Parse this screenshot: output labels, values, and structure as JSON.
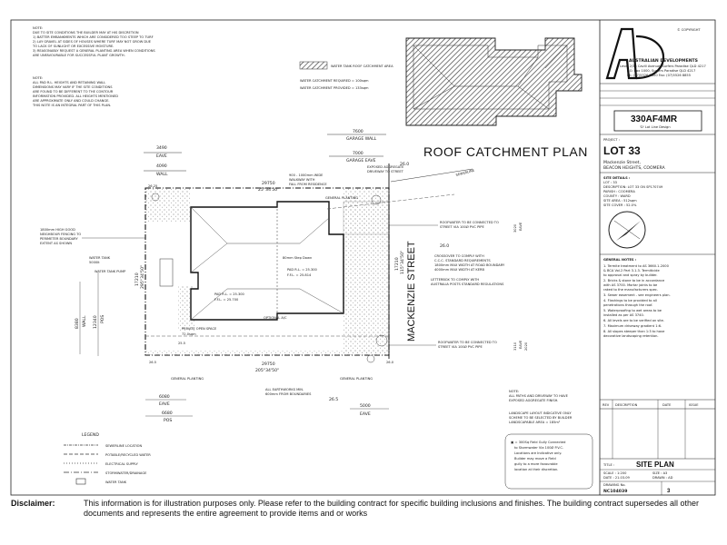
{
  "notes": {
    "block1": [
      "NOTE:",
      "DUE TO SITE CONDITIONS THE BUILDER MAY AT HIS DISCRETION",
      "1) BATTER EMBANKMENTS WHICH ARE CONSIDERED TOO STEEP TO TURF",
      "2) LAY GRAVEL AT SIDES OF HOUSES WHERE TURF MAY NOT GROW DUE",
      "   TO LACK OF SUNLIGHT OR EXCESSIVE MOISTURE.",
      "3) REASONABLY REQUEST A GENERAL PLANTING AREA WHEN CONDITIONS",
      "   ARE UNFAVOURABLE FOR SUCCESSFUL PLANT GROWTH."
    ],
    "block2": [
      "NOTE:",
      "ALL PAD R.L. HEIGHTS AND RETAINING WALL",
      "DIMENSIONS MAY VARY IF THE SITE CONDITIONS",
      "ARE FOUND TO BE DIFFERENT TO THE CONTOUR",
      "INFORMATION PROVIDED. ALL HEIGHTS MENTIONED",
      "ARE APPROXIMATE ONLY AND COULD CHANGE.",
      "THIS NOTE IS AN INTEGRAL PART OF THIS PLAN."
    ]
  },
  "catchment_legend": {
    "label": "WATER TANK ROOF CATCHMENT AREA",
    "required": "WATER CATCHMENT REQUIRED = 100sqm",
    "provided": "WATER CATCHMENT PROVIDED = 133sqm"
  },
  "roof_plan_title": "ROOF CATCHMENT PLAN",
  "site": {
    "dim_garage_wall": "7600",
    "label_garage_wall": "GARAGE WALL",
    "dim_garage_eave": "7000",
    "label_garage_eave": "GARAGE EAVE",
    "dim_3490": "3490",
    "label_eave_top": "EAVE",
    "dim_4090": "4090",
    "label_wall_top": "WALL",
    "top_boundary": "29750",
    "top_bearing": "25°34'50\"",
    "bottom_boundary": "29750",
    "bottom_bearing": "205°34'50\"",
    "left_boundary": "17210",
    "left_bearing": "295°34'50\"",
    "right_boundary": "17210",
    "right_bearing": "115°34'50\"",
    "rl_top_left": "26.25",
    "rl_top": "26.0",
    "rl_right": "26.0",
    "rl_bottom": "26.5",
    "rl_bottom_left": "26.5",
    "rl_bottom_mid": "26.0",
    "rl_left_mid": "25.5",
    "street_name": "MACKENZIE STREET",
    "setback_left_8380": "8380",
    "setback_left_wall": "WALL",
    "setback_left_12340": "12340",
    "setback_left_pos": "POS",
    "setback_right_3020": "3020",
    "setback_right_eave": "EAVE",
    "setback_right_3110": "3110",
    "setback_right_eave2": "EAVE",
    "setback_right_2020": "2020",
    "dim_6080": "6080",
    "label_eave_bottom": "EAVE",
    "dim_6680": "6680",
    "label_pos_bottom": "POS",
    "dim_5000": "5000",
    "label_eave_5000": "EAVE",
    "pad_rl_1": "PAD R.L. = 25.300",
    "fl_1": "F.F.L. = 25.814",
    "pad_rl_2": "PAD R.L. = 25.300",
    "fl_2": "F.F.L. = 25.700",
    "tank_label": "WATER TANK",
    "tank_size": "5000lt",
    "tank_pump": "WATER TANK PUMP",
    "fence_note": [
      "1800mm HIGH GOOD",
      "NEIGHBOUR FENCING TO",
      "PERIMETER BOUNDARY",
      "EXTENT AS SHOWN"
    ],
    "walkway_note": [
      "900 - 1000mm WIDE",
      "WALKWAY WITH",
      "FALL FROM RESIDENCE"
    ],
    "driveway_note": [
      "EXPOSED AGGREGATE",
      "DRIVEWAY TO STREET"
    ],
    "general_planting": "GENERAL PLANTING",
    "roofwater_top": [
      "ROOFWATER TO BE CONNECTED TO",
      "STREET VIA 100Ø PVC PIPE"
    ],
    "crossover_note": [
      "CROSSOVER TO COMPLY WITH",
      "C.C.C. STANDARD REQUIREMENTS",
      "1800mm MAX WIDTH AT ROAD BOUNDARY",
      "4000mm MAX WIDTH AT KERB"
    ],
    "letterbox_note": [
      "LETTERBOX TO COMPLY WITH",
      "AUSTRALIA POSTS STANDARD REGULATIONS"
    ],
    "roofwater_bottom": [
      "ROOFWATER TO BE CONNECTED TO",
      "STREET VIA 100Ø PVC PIPE"
    ],
    "private_open_space": "PRIVATE OPEN SPACE",
    "pos_area": "72.0sqm",
    "optional_ac": "OPTIONAL A/C",
    "earthworks_note": [
      "ALL EARTHWORKS MIN.",
      "600mm FROM BOUNDARIES"
    ],
    "sewerline": "SEWERLINE",
    "stair_note": "80mm Step Down",
    "note_paths": [
      "NOTE:",
      "ALL PATHS AND DRIVEWAY TO HAVE",
      "EXPOSED AGGREGATE FINISH."
    ],
    "note_landscape": [
      "LANDSCAPE LAYOUT INDICATIVE ONLY",
      "SCHEME TO BE SELECTED BY BUILDER",
      "LANDSCAPABLE AREA = 185m²"
    ],
    "gully_note": [
      "▣ = 300Sq Field Gully Connected",
      "to Stormwater Via 100Ø P.V.C.",
      "Locations are Indicative only.",
      "Builder may move a Field",
      "gully to a more favourable",
      "location at their discretion."
    ]
  },
  "legend": {
    "title": "LEGEND",
    "items": [
      "SEWERLINE LOCATION",
      "POTABLE/RECYCLED WATER",
      "ELECTRICAL SUPPLY",
      "STORMWATER/DRAINAGE",
      "WATER TANK"
    ]
  },
  "title_block": {
    "company": "AUSTRALIAN DEVELOPMENTS",
    "company_lines": [
      "Level 2/38 Cavill Avenue, Surfers Paradise QLD 4217",
      "P.O. Box 1000, Surfers Paradise QLD 4217",
      "Ph: (07)5526 8800  Fax: (07)5526 8855"
    ],
    "copyright": "© COPYRIGHT",
    "plan_code": "330AF4MR",
    "plan_sub": "'D' Lot Line Design",
    "project_label": "PROJECT :",
    "lot": "LOT 33",
    "address_1": "Mackenzie Street,",
    "address_2": "BEACON HEIGHTS, COOMERA",
    "site_details_title": "SITE DETAILS :",
    "site_details": [
      "LOT : 33",
      "DESCRIPTION: LOT 33 ON SP170749",
      "PARISH : COOMERA",
      "COUNTY : WARD",
      "SITE AREA : 512sqm",
      "SITE COVER : 52.0%"
    ],
    "general_notes_title": "GENERAL NOTES :",
    "general_notes": [
      "1. Termite treatment to AS 3660.1-2000",
      "& BCA Vol.2 Part 3.1.3. Termiticide",
      "to approval and spray by builder.",
      "2. Bricks & stone to be in accordance",
      "with AS 3700. Mortar joints to be",
      "raked to the manufacturers spec.",
      "3. Sewer easement - see engineers plan.",
      "4. Flashings to be provided to all",
      "penetrations through the roof.",
      "5. Waterproofing to wet areas to be",
      "installed as per AS 3740.",
      "6. All levels are to be verified on site.",
      "7. Maximum driveway gradient 1:6.",
      "8. All slopes steeper than 1:3 to have",
      "decorative landscaping retention."
    ],
    "rev_headers": [
      "REV",
      "DESCRIPTION",
      "DATE",
      "ISSUE"
    ],
    "title_label": "TITLE :",
    "title": "SITE PLAN",
    "scale_label": "SCALE : 1:200",
    "size_label": "SIZE : A3",
    "date_label": "DATE : 21.03.09",
    "drawn_label": "DRAWN : AD",
    "drawing_no_label": "DRAWING No.",
    "drawing_no": "NC104039",
    "page_number": "3"
  },
  "disclaimer": {
    "label": "Disclaimer:",
    "text": "This information is for illustration purposes only. Please refer to the building contract for specific building inclusions and finishes. The building contract supersedes all other documents and represents the entire agreement to provide items and or works"
  }
}
